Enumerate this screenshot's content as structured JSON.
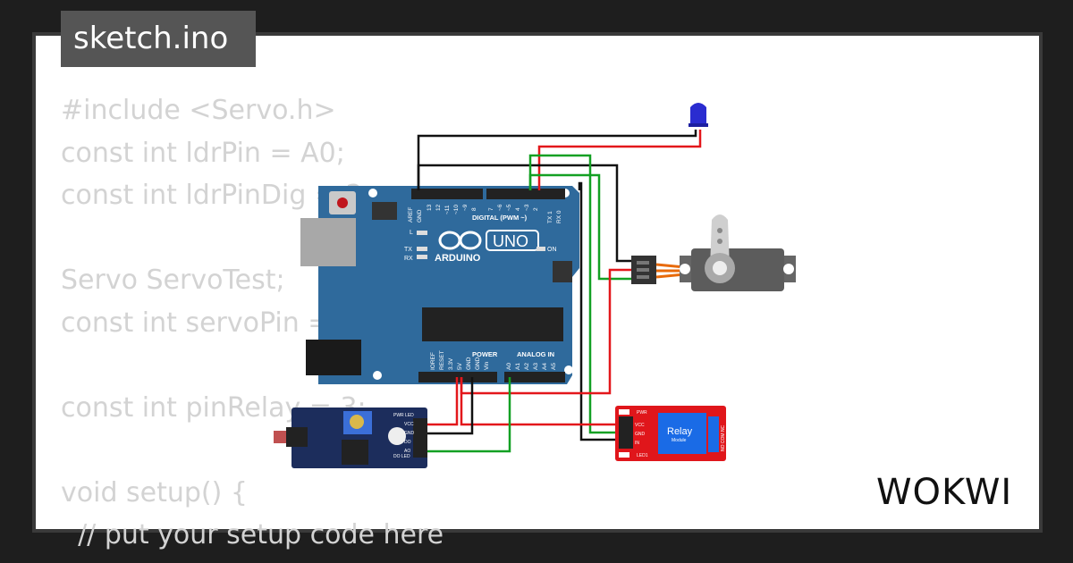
{
  "file_tab": {
    "label": "sketch.ino"
  },
  "code_lines": [
    "#include <Servo.h>",
    "const int ldrPin = A0;",
    "const int ldrPinDig = 2;",
    "",
    "Servo ServoTest;",
    "const int servoPin = 9;",
    "",
    "const int pinRelay = 3;",
    "",
    "void setup() {",
    "  // put your setup code here"
  ],
  "board": {
    "logo_text": "ARDUINO",
    "model": "UNO",
    "digital_header": "DIGITAL (PWM ~)",
    "power_header": "POWER",
    "analog_header": "ANALOG IN",
    "on_label": "ON",
    "l_label": "L",
    "tx_label": "TX",
    "rx_label": "RX",
    "top_pins": [
      "AREF",
      "GND",
      "13",
      "12",
      "~11",
      "~10",
      "~9",
      "8",
      "7",
      "~6",
      "~5",
      "4",
      "~3",
      "2",
      "TX 1",
      "RX 0"
    ],
    "power_pins": [
      "IOREF",
      "RESET",
      "3.3V",
      "5V",
      "GND",
      "GND",
      "Vin"
    ],
    "analog_pins": [
      "A0",
      "A1",
      "A2",
      "A3",
      "A4",
      "A5"
    ]
  },
  "ldr_module": {
    "pins": [
      "VCC",
      "GND",
      "DO",
      "AO"
    ],
    "led_labels": [
      "PWR LED",
      "DO LED"
    ]
  },
  "relay_module": {
    "title": "Relay",
    "subtitle": "Module",
    "pins": [
      "VCC",
      "GND",
      "IN"
    ],
    "leds": [
      "PWR",
      "LED1"
    ],
    "terminals": "NO COM NC"
  },
  "brand": {
    "logo": "WOKWI"
  },
  "colors": {
    "background": "#1e1e1e",
    "card": "#ffffff",
    "board": "#2f6a9c",
    "wire_red": "#e3171b",
    "wire_black": "#111111",
    "wire_green": "#13a023",
    "led": "#2a2cd0",
    "relay": "#e0161b",
    "ldr_board": "#1c2d5c"
  }
}
